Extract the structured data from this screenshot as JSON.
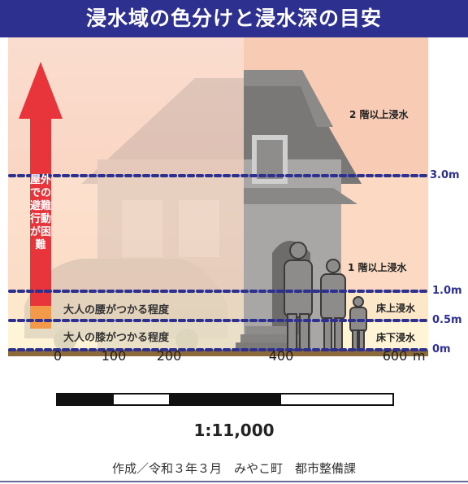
{
  "title": "浸水域の色分けと浸水深の目安",
  "zones": {
    "above_2f": "2 階以上浸水",
    "above_1f": "1 階以上浸水",
    "above_floor": "床上浸水",
    "below_floor": "床下浸水"
  },
  "depth_lines": [
    "3.0m",
    "1.0m",
    "0.5m",
    "0m"
  ],
  "bands": {
    "waist": "大人の腰がつかる程度",
    "knee": "大人の膝がつかる程度"
  },
  "arrow_label": "屋外での避難行動が困難",
  "scale": {
    "ticks": [
      "0",
      "100",
      "200",
      "400",
      "600"
    ],
    "unit": "m",
    "ratio": "1:11,000"
  },
  "credit": "作成／令和３年３月　みやこ町　都市整備課",
  "colors": {
    "title_bg": "#2e3090",
    "dotted_line": "#2e3090",
    "above_3m": "#f8cbb5",
    "between_1_3m": "#fbd9c2",
    "between_05_1m": "#fde7c9",
    "below_05m": "#fff5d6",
    "arrow": "#e8353b",
    "ground": "#8c6a3a"
  }
}
